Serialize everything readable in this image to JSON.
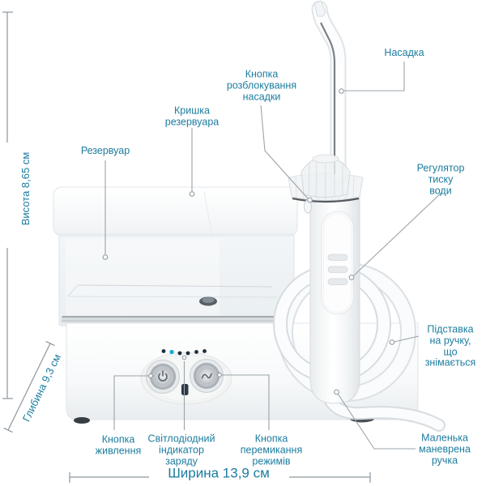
{
  "diagram": {
    "title_context": "Oral irrigator (water flosser) annotated product diagram",
    "labels": {
      "nozzle": "Насадка",
      "nozzle_release_button": "Кнопка\nрозблокування\nнасадки",
      "reservoir_lid": "Кришка\nрезервуара",
      "reservoir": "Резервуар",
      "pressure_regulator": "Регулятор\nтиску води",
      "handle_stand": "Підставка\nна ручку,\nщо знімається",
      "power_button": "Кнопка\nживлення",
      "led_indicator": "Світлодіодний\nіндикатор\nзаряду",
      "mode_button": "Кнопка\nперемикання\nрежимів",
      "small_handle": "Маленька\nманеврена\nручка"
    },
    "dimensions": {
      "height": "Висота 8,65 см",
      "depth": "Глибина 9,3 см",
      "width": "Ширина 13,9 см"
    },
    "led_indicator": {
      "total_dots": 6,
      "active_dot_index": 2,
      "active_color": "#17a9ce",
      "inactive_color": "#202e39"
    },
    "colors": {
      "label_text": "#1b7c9e",
      "leader_line": "#9aa4ab",
      "measure_line": "#8c969e",
      "background": "#ffffff"
    }
  }
}
